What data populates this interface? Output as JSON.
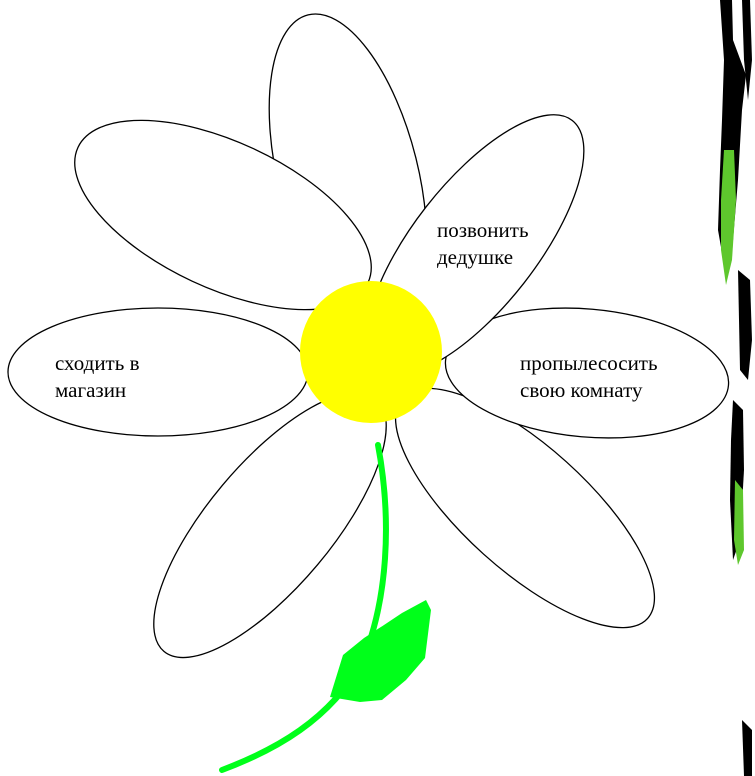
{
  "petals": {
    "left": {
      "line1": "сходить в",
      "line2": "магазин"
    },
    "upper_right": {
      "line1": "позвонить",
      "line2": "дедушке"
    },
    "right": {
      "line1": "пропылесосить",
      "line2": "свою комнату"
    }
  },
  "colors": {
    "center": "#ffff00",
    "stem": "#00ff1a",
    "leaf": "#00ff1a",
    "petal_stroke": "#000000",
    "petal_fill": "#ffffff"
  }
}
